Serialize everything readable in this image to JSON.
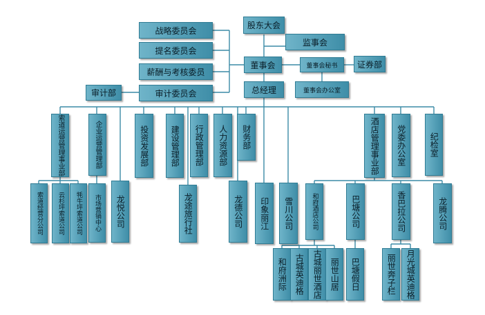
{
  "colors": {
    "box": "#4fa0b8",
    "line": "#3a8aa5"
  },
  "top": {
    "shareholders": "股东大会",
    "supervisory_board": "监事会",
    "board": "董事会",
    "board_secretary": "董事会秘书",
    "securities_dept": "证券部",
    "board_office": "董事会办公室",
    "gm": "总经理",
    "strategy_committee": "战略委员会",
    "nomination_committee": "提名委员会",
    "compensation_committee": "薪酬与考核委员",
    "audit_committee": "审计委员会",
    "audit_dept": "审计部"
  },
  "divisions": {
    "suodao": "索道运营管理事业部",
    "enterprise": "企业运营管理部",
    "longyue": "龙悦公司",
    "investment": "投资发展部",
    "construction": "建设管理部",
    "admin": "行政管理部",
    "hr": "人力资源部",
    "finance": "财务部",
    "hotel": "酒店管理事业部",
    "party": "党委办公室",
    "discipline": "纪检室"
  },
  "subsidiaries": {
    "suodao_jy": "索道经营分公司",
    "yunshan": "云杉坪索道公司",
    "maoniu": "牦牛坪索道公司",
    "market": "市场营销中心",
    "longtu": "龙途旅行社",
    "longde": "龙德公司",
    "yinxiang": "印象丽江",
    "xuechuan": "雪川公司",
    "hefu_hotel": "和府酒店公司",
    "batang": "巴塘公司",
    "xiangbala": "香巴拉公司",
    "longteng": "龙腾公司"
  },
  "fourth": {
    "hefu_zhouji": "和府洲际",
    "gucheng_yingdige": "古城英迪格",
    "gucheng_lishi": "古城丽世酒店",
    "lishi_shanju": "丽世山居",
    "batang_jiari": "巴塘假日",
    "lishi_benzilan": "丽世奔子栏",
    "yueguang_yingdige": "月光城英迪格"
  }
}
